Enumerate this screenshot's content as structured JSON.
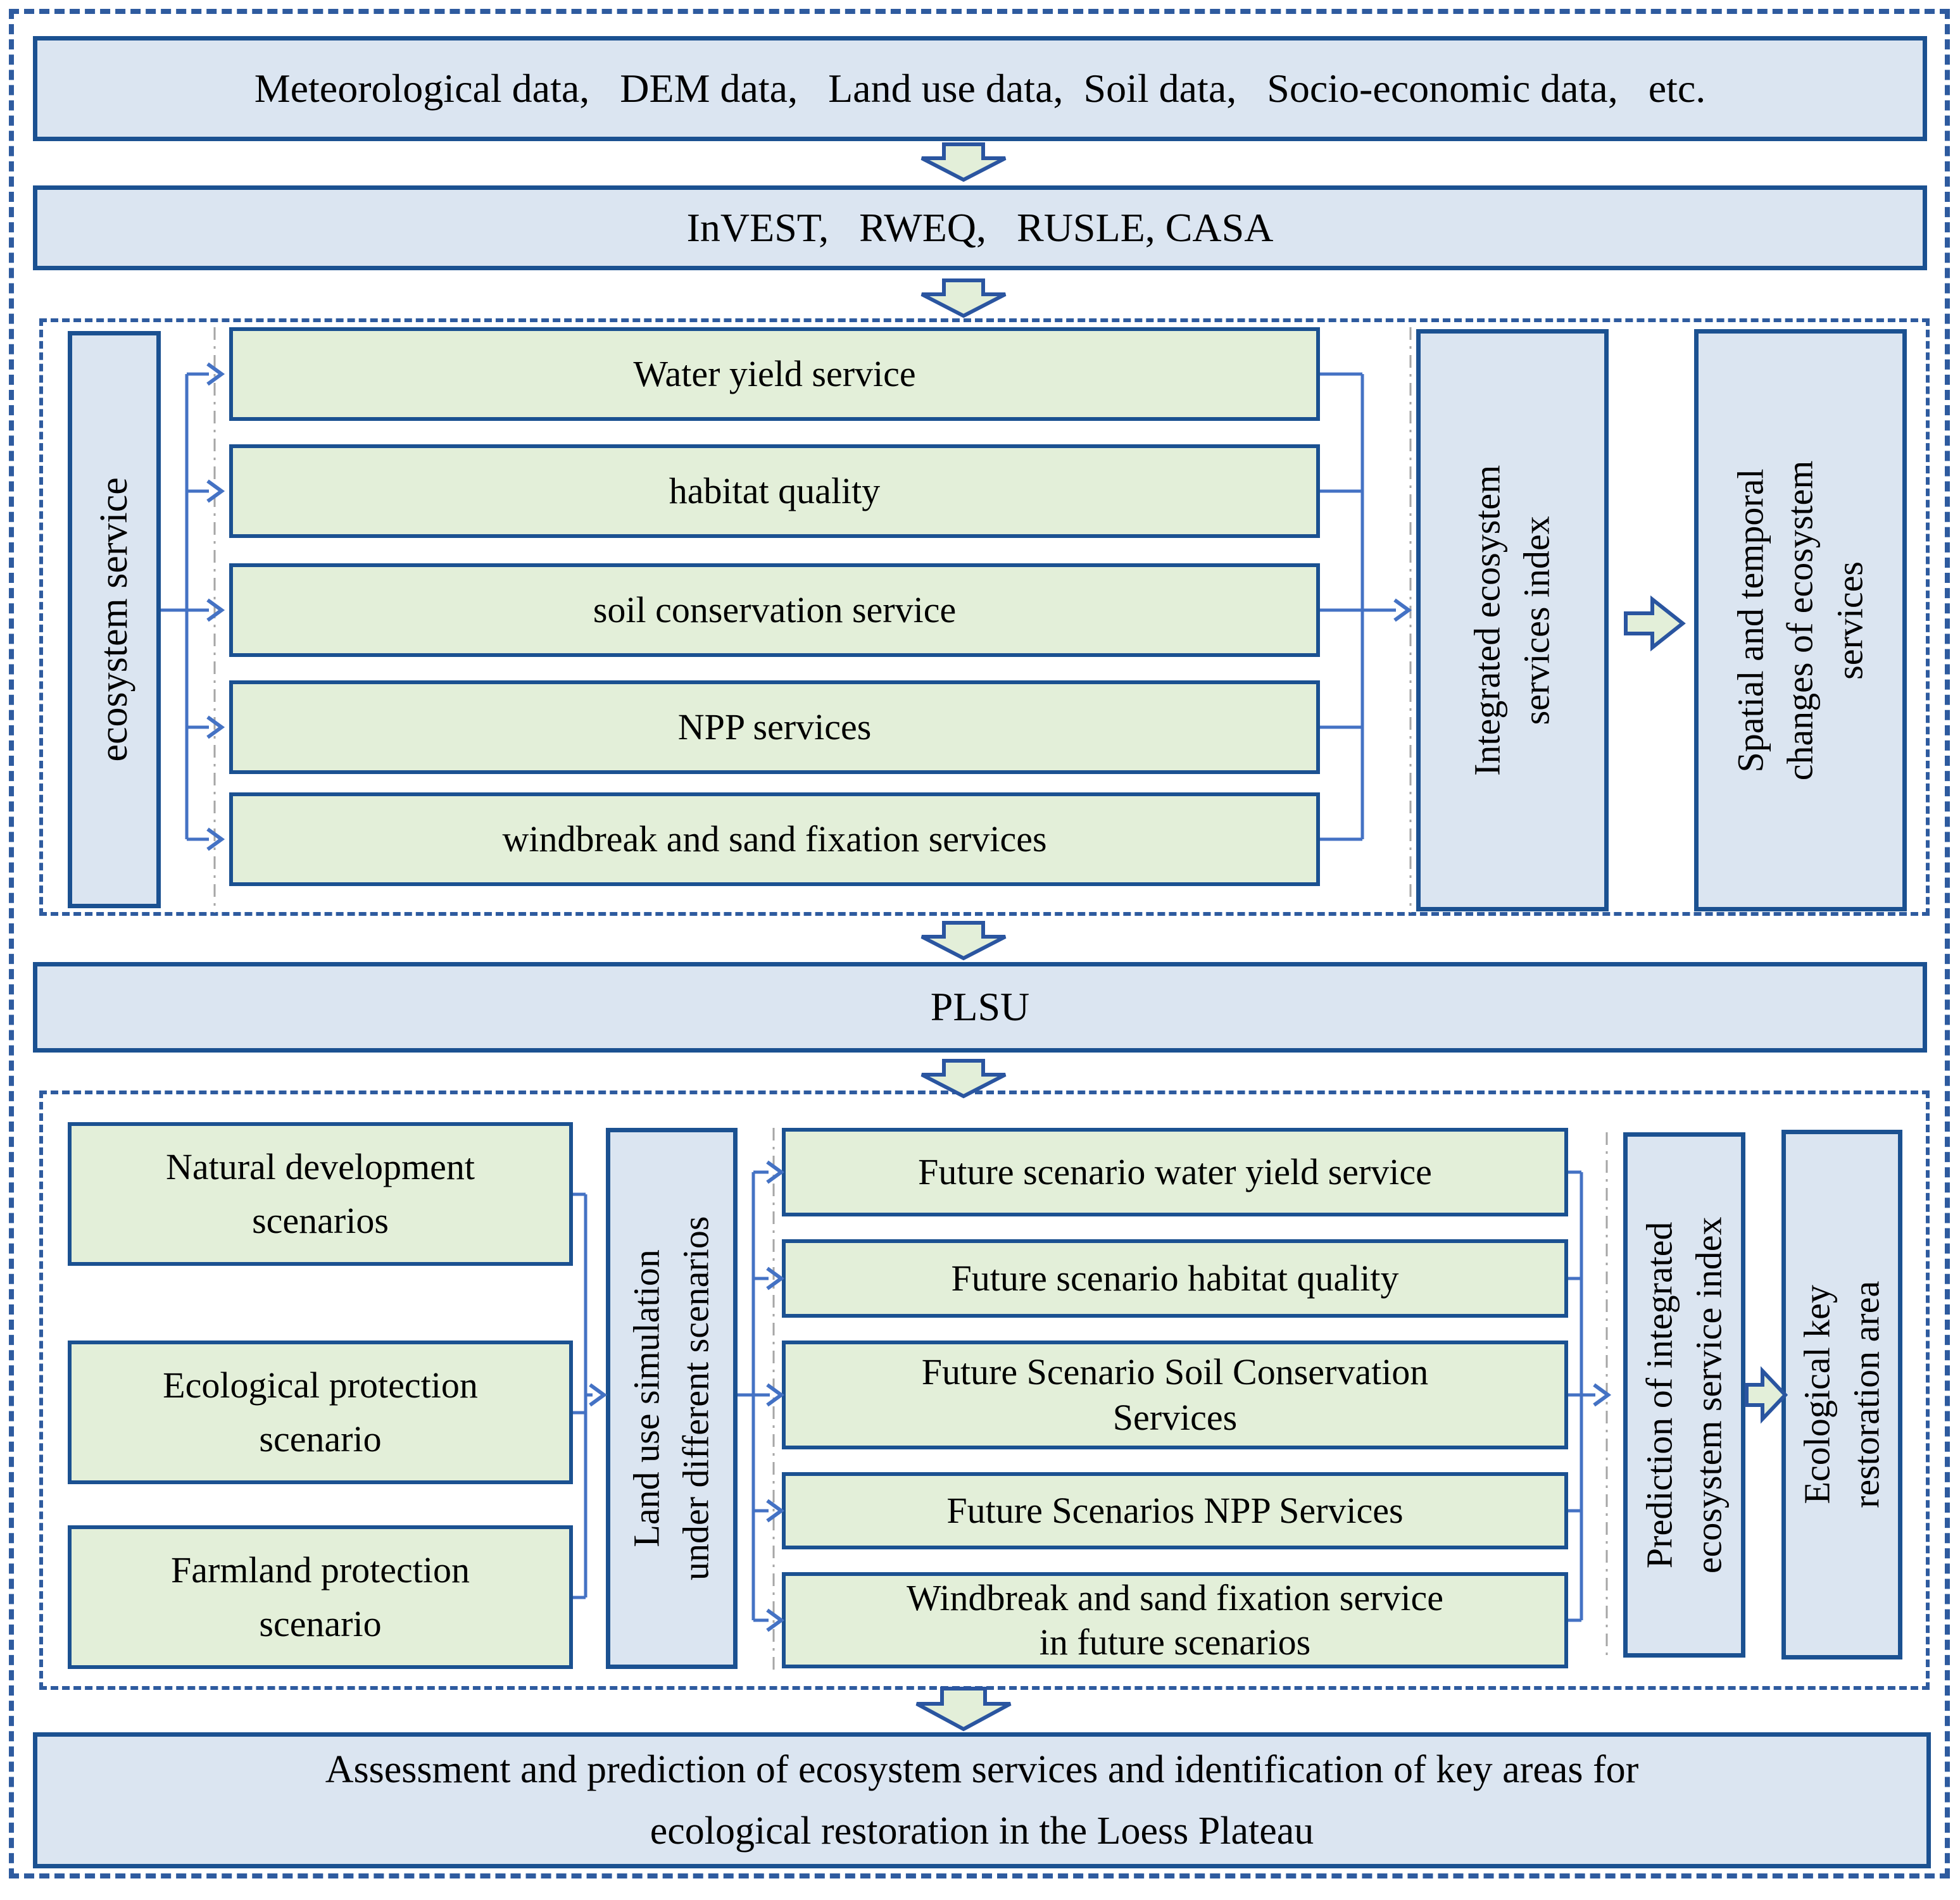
{
  "colors": {
    "box_fill_blue": "#dbe5f1",
    "box_fill_green": "#e3efd9",
    "box_border": "#1b5191",
    "dotted_border": "#2e5b9f",
    "connector_blue": "#4472c4",
    "arrow_fill": "#e3efd9",
    "arrow_stroke": "#2a55a0",
    "guide_gray": "#a6a6a6"
  },
  "top": {
    "data_sources": "Meteorological data,   DEM data,   Land use data,  Soil data,   Socio-economic data,   etc.",
    "models": "InVEST,   RWEQ,   RUSLE, CASA"
  },
  "section1": {
    "axis_label": "ecosystem service",
    "services": [
      "Water yield service",
      "habitat quality",
      "soil conservation service",
      "NPP services",
      "windbreak and sand fixation services"
    ],
    "integrated_index": "Integrated ecosystem\nservices index",
    "outcome": "Spatial and temporal\nchanges of ecosystem\nservices"
  },
  "plsu": "PLSU",
  "section2": {
    "scenarios": [
      "Natural development\nscenarios",
      "Ecological protection\nscenario",
      "Farmland protection\nscenario"
    ],
    "simulation": "Land use simulation\nunder different scenarios",
    "future_services": [
      "Future scenario water yield service",
      "Future scenario habitat quality",
      "Future Scenario Soil Conservation\nServices",
      "Future Scenarios NPP Services",
      "Windbreak and sand fixation service\nin future scenarios"
    ],
    "prediction": "Prediction of integrated\necosystem service index",
    "outcome": "Ecological key\nrestoration area"
  },
  "conclusion": "Assessment and prediction of ecosystem services and identification of key areas for\necological restoration in the Loess Plateau"
}
